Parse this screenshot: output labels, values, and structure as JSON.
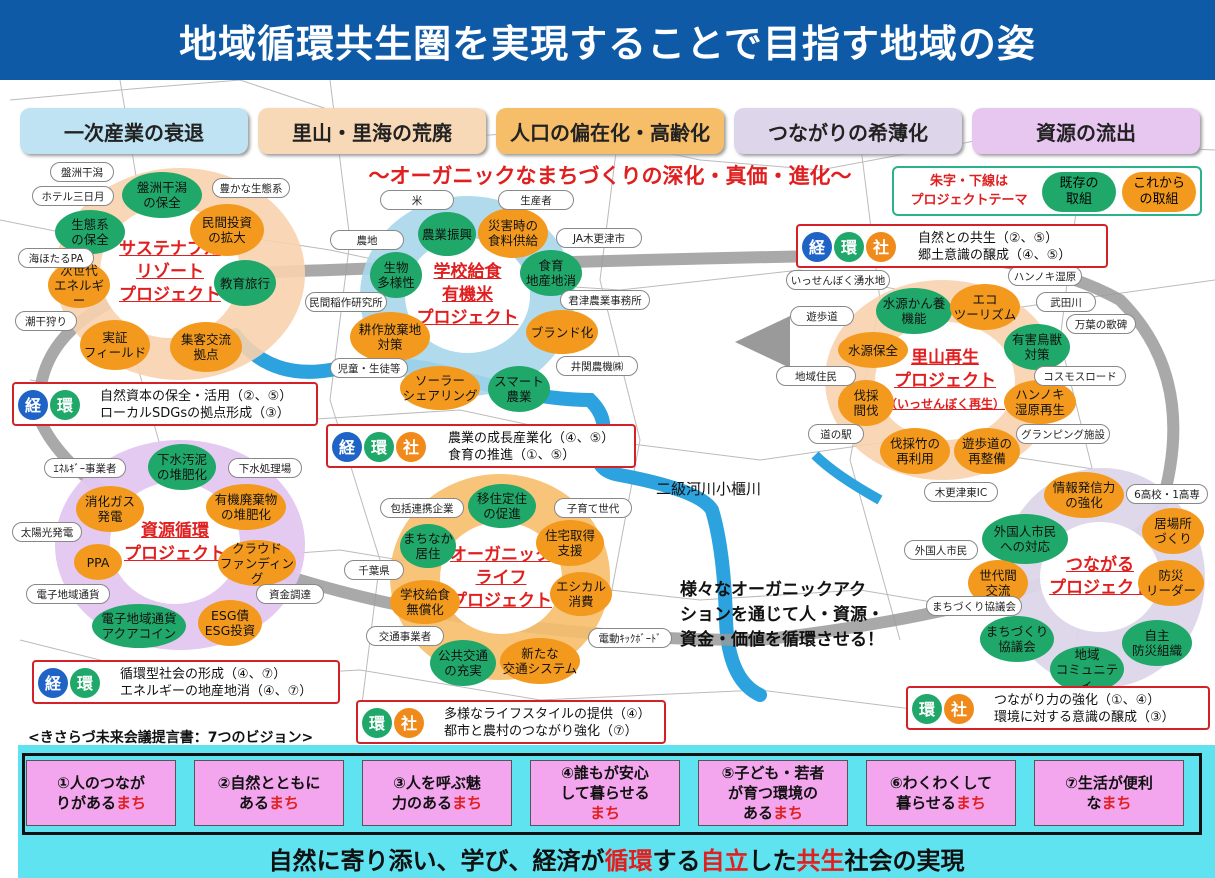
{
  "title": "地域循環共生圏を実現することで目指す地域の姿",
  "issues": [
    {
      "label": "一次産業の衰退",
      "color": "#bfe3f2"
    },
    {
      "label": "里山・里海の荒廃",
      "color": "#f8d9b7"
    },
    {
      "label": "人口の偏在化・高齢化",
      "color": "#f7be6a"
    },
    {
      "label": "つながりの希薄化",
      "color": "#ddd6ea"
    },
    {
      "label": "資源の流出",
      "color": "#e7c6ef"
    }
  ],
  "subtitle": "～オーガニックなまちづくりの深化・真価・進化～",
  "legend": {
    "theme_note": "朱字・下線は\nプロジェクトテーマ",
    "existing": "既存の\n取組",
    "future": "これから\nの取組"
  },
  "river_label": "二級河川小櫃川",
  "cycle_message": "様々なオーガニックアク\nションを通じて人・資源・\n資金・価値を循環させる！",
  "badges": {
    "econ": "経",
    "env": "環",
    "soc": "社"
  },
  "projects": {
    "resort": {
      "name": "サステナブル\nリゾート\nプロジェクト",
      "green": [
        "盤洲干潟\nの保全",
        "生態系\nの保全",
        "教育旅行"
      ],
      "orange": [
        "民間投資\nの拡大",
        "次世代\nエネルギー",
        "実証\nフィールド",
        "集客交流\n拠点"
      ],
      "pills": [
        "盤洲干潟",
        "ホテル三日月",
        "豊かな生態系",
        "海ほたるPA",
        "潮干狩り"
      ],
      "outcome": [
        "自然資本の保全・活用（②、⑤）",
        "ローカルSDGsの拠点形成（③）"
      ]
    },
    "school": {
      "name": "学校給食\n有機米\nプロジェクト",
      "green": [
        "農業振興",
        "生物\n多様性",
        "食育\n地産地消",
        "スマート\n農業"
      ],
      "orange": [
        "災害時の\n食料供給",
        "耕作放棄地\n対策",
        "ブランド化",
        "ソーラー\nシェアリング"
      ],
      "pills": [
        "米",
        "生産者",
        "農地",
        "JA木更津市",
        "民間稲作研究所",
        "君津農業事務所",
        "児童・生徒等",
        "井関農機㈱"
      ],
      "outcome": [
        "農業の成長産業化（④、⑤）",
        "食育の推進（①、⑤）"
      ]
    },
    "satoyama": {
      "name": "里山再生\nプロジェクト",
      "sub": "（いっせんぼく再生）",
      "green": [
        "水源かん養\n機能",
        "有害鳥獣\n対策"
      ],
      "orange": [
        "エコ\nツーリズム",
        "水源保全",
        "伐採\n間伐",
        "ハンノキ\n湿原再生",
        "伐採竹の\n再利用",
        "遊歩道の\n再整備"
      ],
      "pills": [
        "いっせんぼく湧水地",
        "ハンノキ湿原",
        "武田川",
        "遊歩道",
        "万葉の歌碑",
        "地域住民",
        "コスモスロード",
        "道の駅",
        "グランピング施設",
        "木更津東IC"
      ],
      "outcome": [
        "自然との共生（②、⑤）",
        "郷土意識の醸成（④、⑤）"
      ]
    },
    "resource": {
      "name": "資源循環\nプロジェクト",
      "green": [
        "下水汚泥\nの堆肥化",
        "電子地域通貨\nアクアコイン"
      ],
      "orange": [
        "消化ガス\n発電",
        "有機廃棄物\nの堆肥化",
        "PPA",
        "クラウド\nファンディング",
        "ESG債\nESG投資"
      ],
      "pills": [
        "ｴﾈﾙｷﾞｰ事業者",
        "下水処理場",
        "太陽光発電",
        "電子地域通貨",
        "資金調達"
      ],
      "outcome": [
        "循環型社会の形成（④、⑦）",
        "エネルギーの地産地消（④、⑦）"
      ]
    },
    "organic": {
      "name": "オーガニック\nライフ\nプロジェクト",
      "green": [
        "移住定住\nの促進",
        "まちなか\n居住",
        "公共交通\nの充実"
      ],
      "orange": [
        "住宅取得\n支援",
        "エシカル\n消費",
        "学校給食\n無償化",
        "新たな\n交通システム"
      ],
      "pills": [
        "包括連携企業",
        "子育て世代",
        "千葉県",
        "交通事業者",
        "電動ｷｯｸﾎﾞｰﾄﾞ"
      ],
      "outcome": [
        "多様なライフスタイルの提供（④）",
        "都市と農村のつながり強化（⑦）"
      ]
    },
    "connect": {
      "name": "つながる\nプロジェクト",
      "green": [
        "外国人市民\nへの対応",
        "まちづくり\n協議会",
        "地域\nコミュニティ",
        "自主\n防災組織"
      ],
      "orange": [
        "情報発信力\nの強化",
        "居場所\nづくり",
        "世代間\n交流",
        "防災\nリーダー"
      ],
      "pills": [
        "6高校・1高専",
        "外国人市民",
        "まちづくり協議会"
      ],
      "outcome": [
        "つながり力の強化（①、④）",
        "環境に対する意識の醸成（③）"
      ]
    }
  },
  "visions_label": "<きさらづ未来会議提言書：7つのビジョン>",
  "visions": [
    {
      "pre": "①人のつなが\nりがある",
      "red": "まち",
      "post": ""
    },
    {
      "pre": "②自然とともに\nある",
      "red": "まち",
      "post": ""
    },
    {
      "pre": "③人を呼ぶ魅\n力のある",
      "red": "まち",
      "post": ""
    },
    {
      "pre": "④誰もが安心\nして暮らせる\n",
      "red": "まち",
      "post": ""
    },
    {
      "pre": "⑤子ども・若者\nが育つ環境の\nある",
      "red": "まち",
      "post": ""
    },
    {
      "pre": "⑥わくわくして\n暮らせる",
      "red": "まち",
      "post": ""
    },
    {
      "pre": "⑦生活が便利\nな",
      "red": "まち",
      "post": ""
    }
  ],
  "footer": [
    {
      "t": "自然に寄り添い、学び、経済が",
      "red": false
    },
    {
      "t": "循環",
      "red": true
    },
    {
      "t": "する",
      "red": false
    },
    {
      "t": "自立",
      "red": true
    },
    {
      "t": "した",
      "red": false
    },
    {
      "t": "共生",
      "red": true
    },
    {
      "t": "社会の実現",
      "red": false
    }
  ]
}
